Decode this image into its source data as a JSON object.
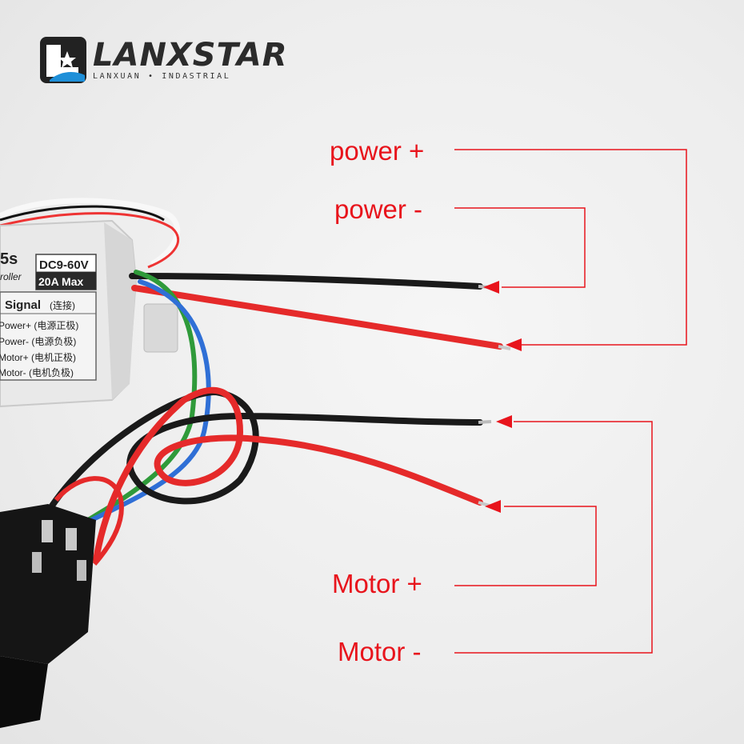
{
  "logo": {
    "name": "LANXSTAR",
    "subtitle": "LANXUAN • INDASTRIAL"
  },
  "labels": {
    "power_plus": "power +",
    "power_minus": "power -",
    "motor_plus": "Motor +",
    "motor_minus": "Motor -"
  },
  "device": {
    "model_fragment": "5s",
    "voltage": "DC9-60V",
    "current": "20A Max",
    "type_fragment": "roller",
    "signal_header": "Signal",
    "signal_header_cn": "(连接)",
    "rows": [
      "Power+ (电源正极)",
      "Power- (电源负极)",
      "Motor+ (电机正极)",
      "Motor- (电机负极)"
    ]
  },
  "colors": {
    "label_red": "#e8141c",
    "wire_red": "#e52a2a",
    "wire_black": "#1a1a1a",
    "wire_green": "#2f9a3a",
    "wire_blue": "#2f6fd6"
  }
}
